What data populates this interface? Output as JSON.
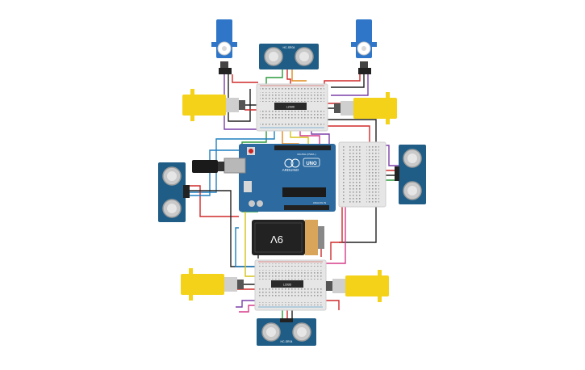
{
  "circuit": {
    "arduino": {
      "brand": "ARDUINO",
      "model": "UNO",
      "analog_label": "ANALOG IN",
      "digital_label": "DIGITAL (PWM~)"
    },
    "battery": {
      "label": "9V"
    },
    "driver_top": {
      "chip_label": "L293D"
    },
    "driver_bottom": {
      "chip_label": "L293D"
    },
    "sensor_label": "HC-SR04",
    "colors": {
      "board_blue": "#2c6aa0",
      "breadboard": "#e6e6e6",
      "sensor_blue": "#1f5d86",
      "motor_yellow": "#f4d21a",
      "servo_blue": "#2f76c8",
      "battery_body": "#222222",
      "battery_tan": "#d9a55a"
    }
  }
}
